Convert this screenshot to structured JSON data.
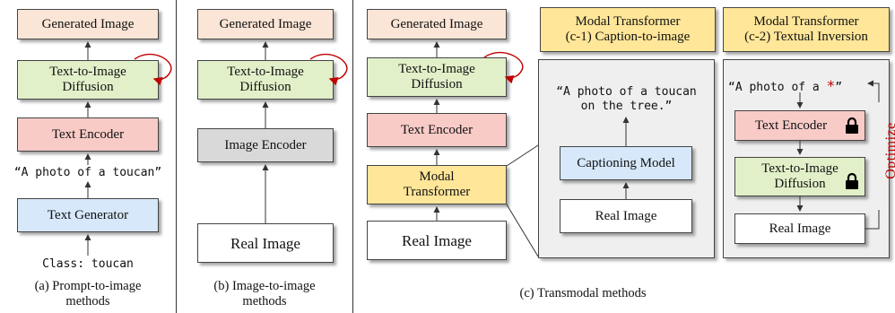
{
  "colors": {
    "generated": "#fbe5d6",
    "diffusion": "#e2f0c9",
    "text_encoder": "#f8cbc7",
    "text_generator": "#d6e8fa",
    "image_encoder": "#d9d9d9",
    "real_image": "#ffffff",
    "modal": "#ffe699",
    "optimize": "#c00000",
    "loop_arrow": "#c00000"
  },
  "col_a": {
    "generated": "Generated Image",
    "diffusion_l1": "Text-to-Image",
    "diffusion_l2": "Diffusion",
    "text_encoder": "Text Encoder",
    "prompt": "“A photo of a toucan”",
    "text_generator": "Text Generator",
    "class_label": "Class: toucan",
    "caption_l1": "(a) Prompt-to-image",
    "caption_l2": "methods"
  },
  "col_b": {
    "generated": "Generated Image",
    "diffusion_l1": "Text-to-Image",
    "diffusion_l2": "Diffusion",
    "image_encoder": "Image Encoder",
    "real_image": "Real Image",
    "caption_l1": "(b) Image-to-image",
    "caption_l2": "methods"
  },
  "col_c": {
    "generated": "Generated Image",
    "diffusion_l1": "Text-to-Image",
    "diffusion_l2": "Diffusion",
    "text_encoder": "Text Encoder",
    "modal_l1": "Modal",
    "modal_l2": "Transformer",
    "real_image": "Real Image",
    "caption": "(c) Transmodal methods"
  },
  "panel_c1": {
    "title_l1": "Modal Transformer",
    "title_l2": "(c-1) Caption-to-image",
    "quote_l1": "“A photo of a toucan",
    "quote_l2": "on the tree.”",
    "captioning": "Captioning Model",
    "real_image": "Real Image"
  },
  "panel_c2": {
    "title_l1": "Modal Transformer",
    "title_l2": "(c-2) Textual Inversion",
    "quote": "“A photo of a ",
    "star": "*",
    "quote_end": "”",
    "text_encoder": "Text Encoder",
    "diffusion_l1": "Text-to-Image",
    "diffusion_l2": "Diffusion",
    "real_image": "Real Image",
    "optimize": "Optimize"
  }
}
